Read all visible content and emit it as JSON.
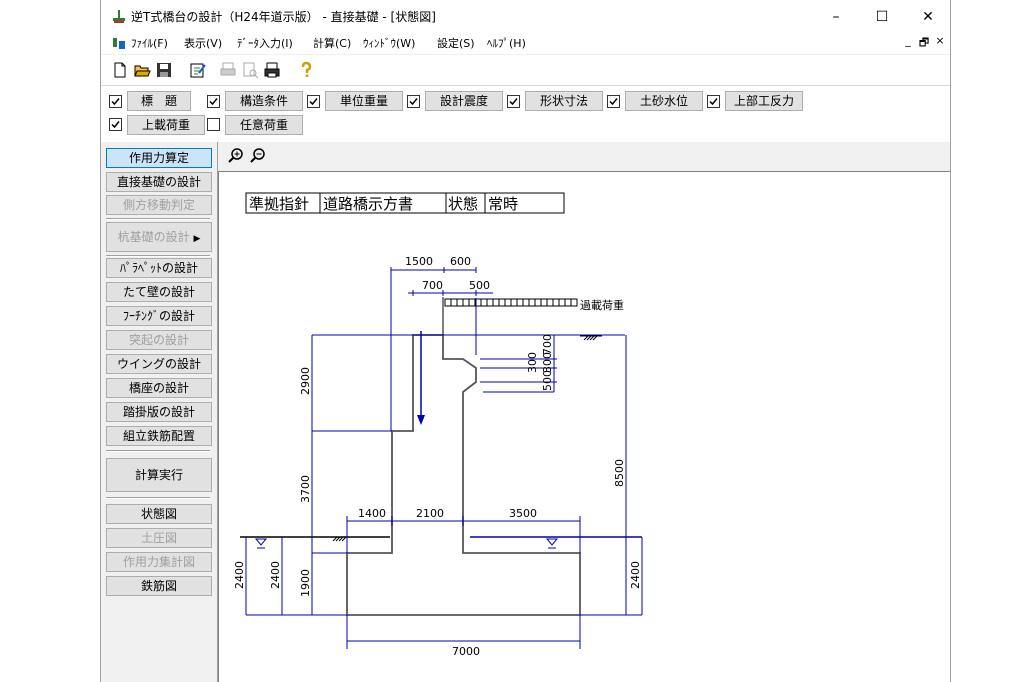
{
  "window": {
    "title": "逆T式橋台の設計（H24年道示版） - 直接基礎 - [状態図]",
    "minimize": "–",
    "maximize": "☐",
    "close": "✕"
  },
  "menu": {
    "items": [
      "ﾌｧｲﾙ(F)",
      "表示(V)",
      "ﾃﾞｰﾀ入力(I)",
      "計算(C)",
      "ｳｨﾝﾄﾞｳ(W)",
      "設定(S)",
      "ﾍﾙﾌﾟ(H)"
    ],
    "mdi_min": "_",
    "mdi_restore": "🗗",
    "mdi_close": "×"
  },
  "tabs": {
    "row1": [
      "標　題",
      "構造条件",
      "単位重量",
      "設計震度",
      "形状寸法",
      "土砂水位",
      "上部工反力"
    ],
    "row2": [
      "上載荷重",
      "任意荷重"
    ],
    "row2_checked": [
      true,
      false
    ]
  },
  "sidebar": {
    "calc_label": "作用力算定",
    "design_items": [
      {
        "label": "直接基礎の設計",
        "enabled": true
      },
      {
        "label": "側方移動判定",
        "enabled": false
      }
    ],
    "pile_label": "杭基礎の設計",
    "member_items": [
      {
        "label": "ﾊﾟﾗﾍﾟｯﾄの設計",
        "enabled": true
      },
      {
        "label": "たて壁の設計",
        "enabled": true
      },
      {
        "label": "ﾌｰﾁﾝｸﾞの設計",
        "enabled": true
      },
      {
        "label": "突起の設計",
        "enabled": false
      },
      {
        "label": "ウイングの設計",
        "enabled": true
      },
      {
        "label": "橋座の設計",
        "enabled": true
      },
      {
        "label": "踏掛版の設計",
        "enabled": true
      },
      {
        "label": "組立鉄筋配置",
        "enabled": true
      }
    ],
    "run_label": "計算実行",
    "view_items": [
      {
        "label": "状態図",
        "enabled": true
      },
      {
        "label": "土圧図",
        "enabled": false
      },
      {
        "label": "作用力集計図",
        "enabled": false
      },
      {
        "label": "鉄筋図",
        "enabled": true
      }
    ]
  },
  "drawing": {
    "header_cells": [
      "準拠指針",
      "道路橋示方書",
      "状態",
      "常時"
    ],
    "surcharge_label": "過載荷重",
    "dims": {
      "d1500": "1500",
      "d600": "600",
      "d700a": "700",
      "d500a": "500",
      "d2900": "2900",
      "d3700": "3700",
      "d1900": "1900",
      "d2400a": "2400",
      "d2400b": "2400",
      "d2400c": "2400",
      "d8500": "8500",
      "d1400": "1400",
      "d2100": "2100",
      "d3500": "3500",
      "d7000": "7000",
      "d700b": "700",
      "d300a": "300",
      "d300b": "300",
      "d500b": "500"
    }
  }
}
